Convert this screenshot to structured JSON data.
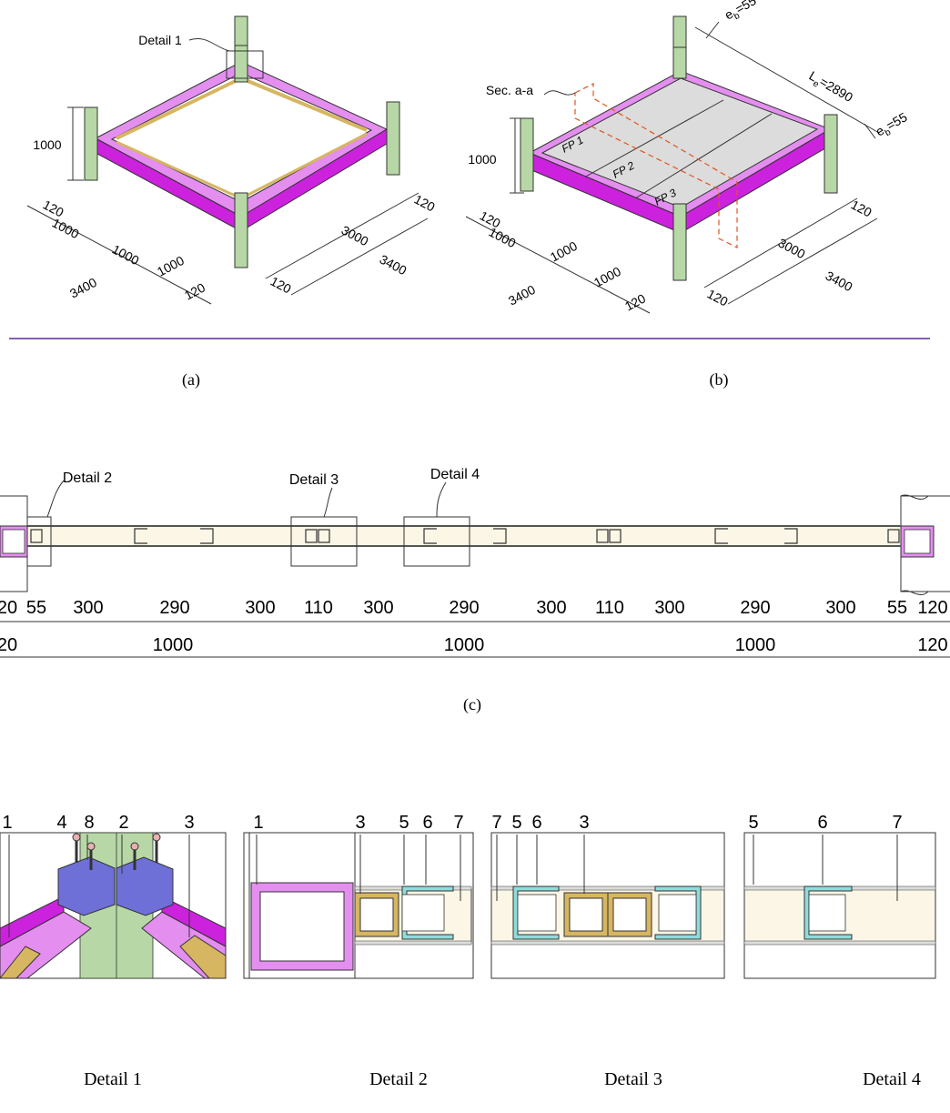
{
  "panel_a": {
    "caption": "(a)",
    "detail_callout": "Detail 1",
    "height_dim": "1000",
    "dims_left": [
      "120",
      "1000",
      "1000",
      "1000",
      "120",
      "3400"
    ],
    "dims_right": [
      "120",
      "3000",
      "3400",
      "120"
    ]
  },
  "panel_b": {
    "caption": "(b)",
    "section_label": "Sec. a-a",
    "height_dim": "1000",
    "eb_top": "e",
    "eb_top_sub": "b",
    "eb_top_val": "=55",
    "le_main": "L",
    "le_sub": "e",
    "le_val": "=2890",
    "eb_bot": "e",
    "eb_bot_sub": "b",
    "eb_bot_val": "=55",
    "panels": [
      "FP 1",
      "FP 2",
      "FP 3"
    ],
    "dims_left": [
      "120",
      "1000",
      "1000",
      "1000",
      "120",
      "3400"
    ],
    "dims_right": [
      "120",
      "3000",
      "3400",
      "120"
    ]
  },
  "panel_c": {
    "caption": "(c)",
    "callouts": [
      "Detail 2",
      "Detail 3",
      "Detail 4"
    ],
    "row1": [
      "20",
      "55",
      "300",
      "290",
      "300",
      "110",
      "300",
      "290",
      "300",
      "110",
      "300",
      "290",
      "300",
      "55",
      "120"
    ],
    "row2": [
      "20",
      "1000",
      "1000",
      "1000",
      "120"
    ]
  },
  "details": {
    "d1": {
      "caption": "Detail 1",
      "numbers": [
        "1",
        "4",
        "8",
        "2",
        "3"
      ]
    },
    "d2": {
      "caption": "Detail 2",
      "numbers": [
        "1",
        "3",
        "5",
        "6",
        "7"
      ]
    },
    "d3": {
      "caption": "Detail 3",
      "numbers": [
        "7",
        "5",
        "6",
        "3"
      ]
    },
    "d4": {
      "caption": "Detail 4",
      "numbers": [
        "5",
        "6",
        "7"
      ]
    }
  },
  "colors": {
    "beam_pink": "#e48ef0",
    "beam_magenta": "#cc22dd",
    "column_green": "#b7d8a6",
    "floor_grey": "#dcdcdc",
    "core_cream": "#fbf6e6",
    "shs_gold": "#d7b662",
    "channel_cyan": "#8fdcdc",
    "bolt_blue": "#6f6fd8",
    "divider": "#5a2d8c",
    "section_red": "#e2541f"
  }
}
